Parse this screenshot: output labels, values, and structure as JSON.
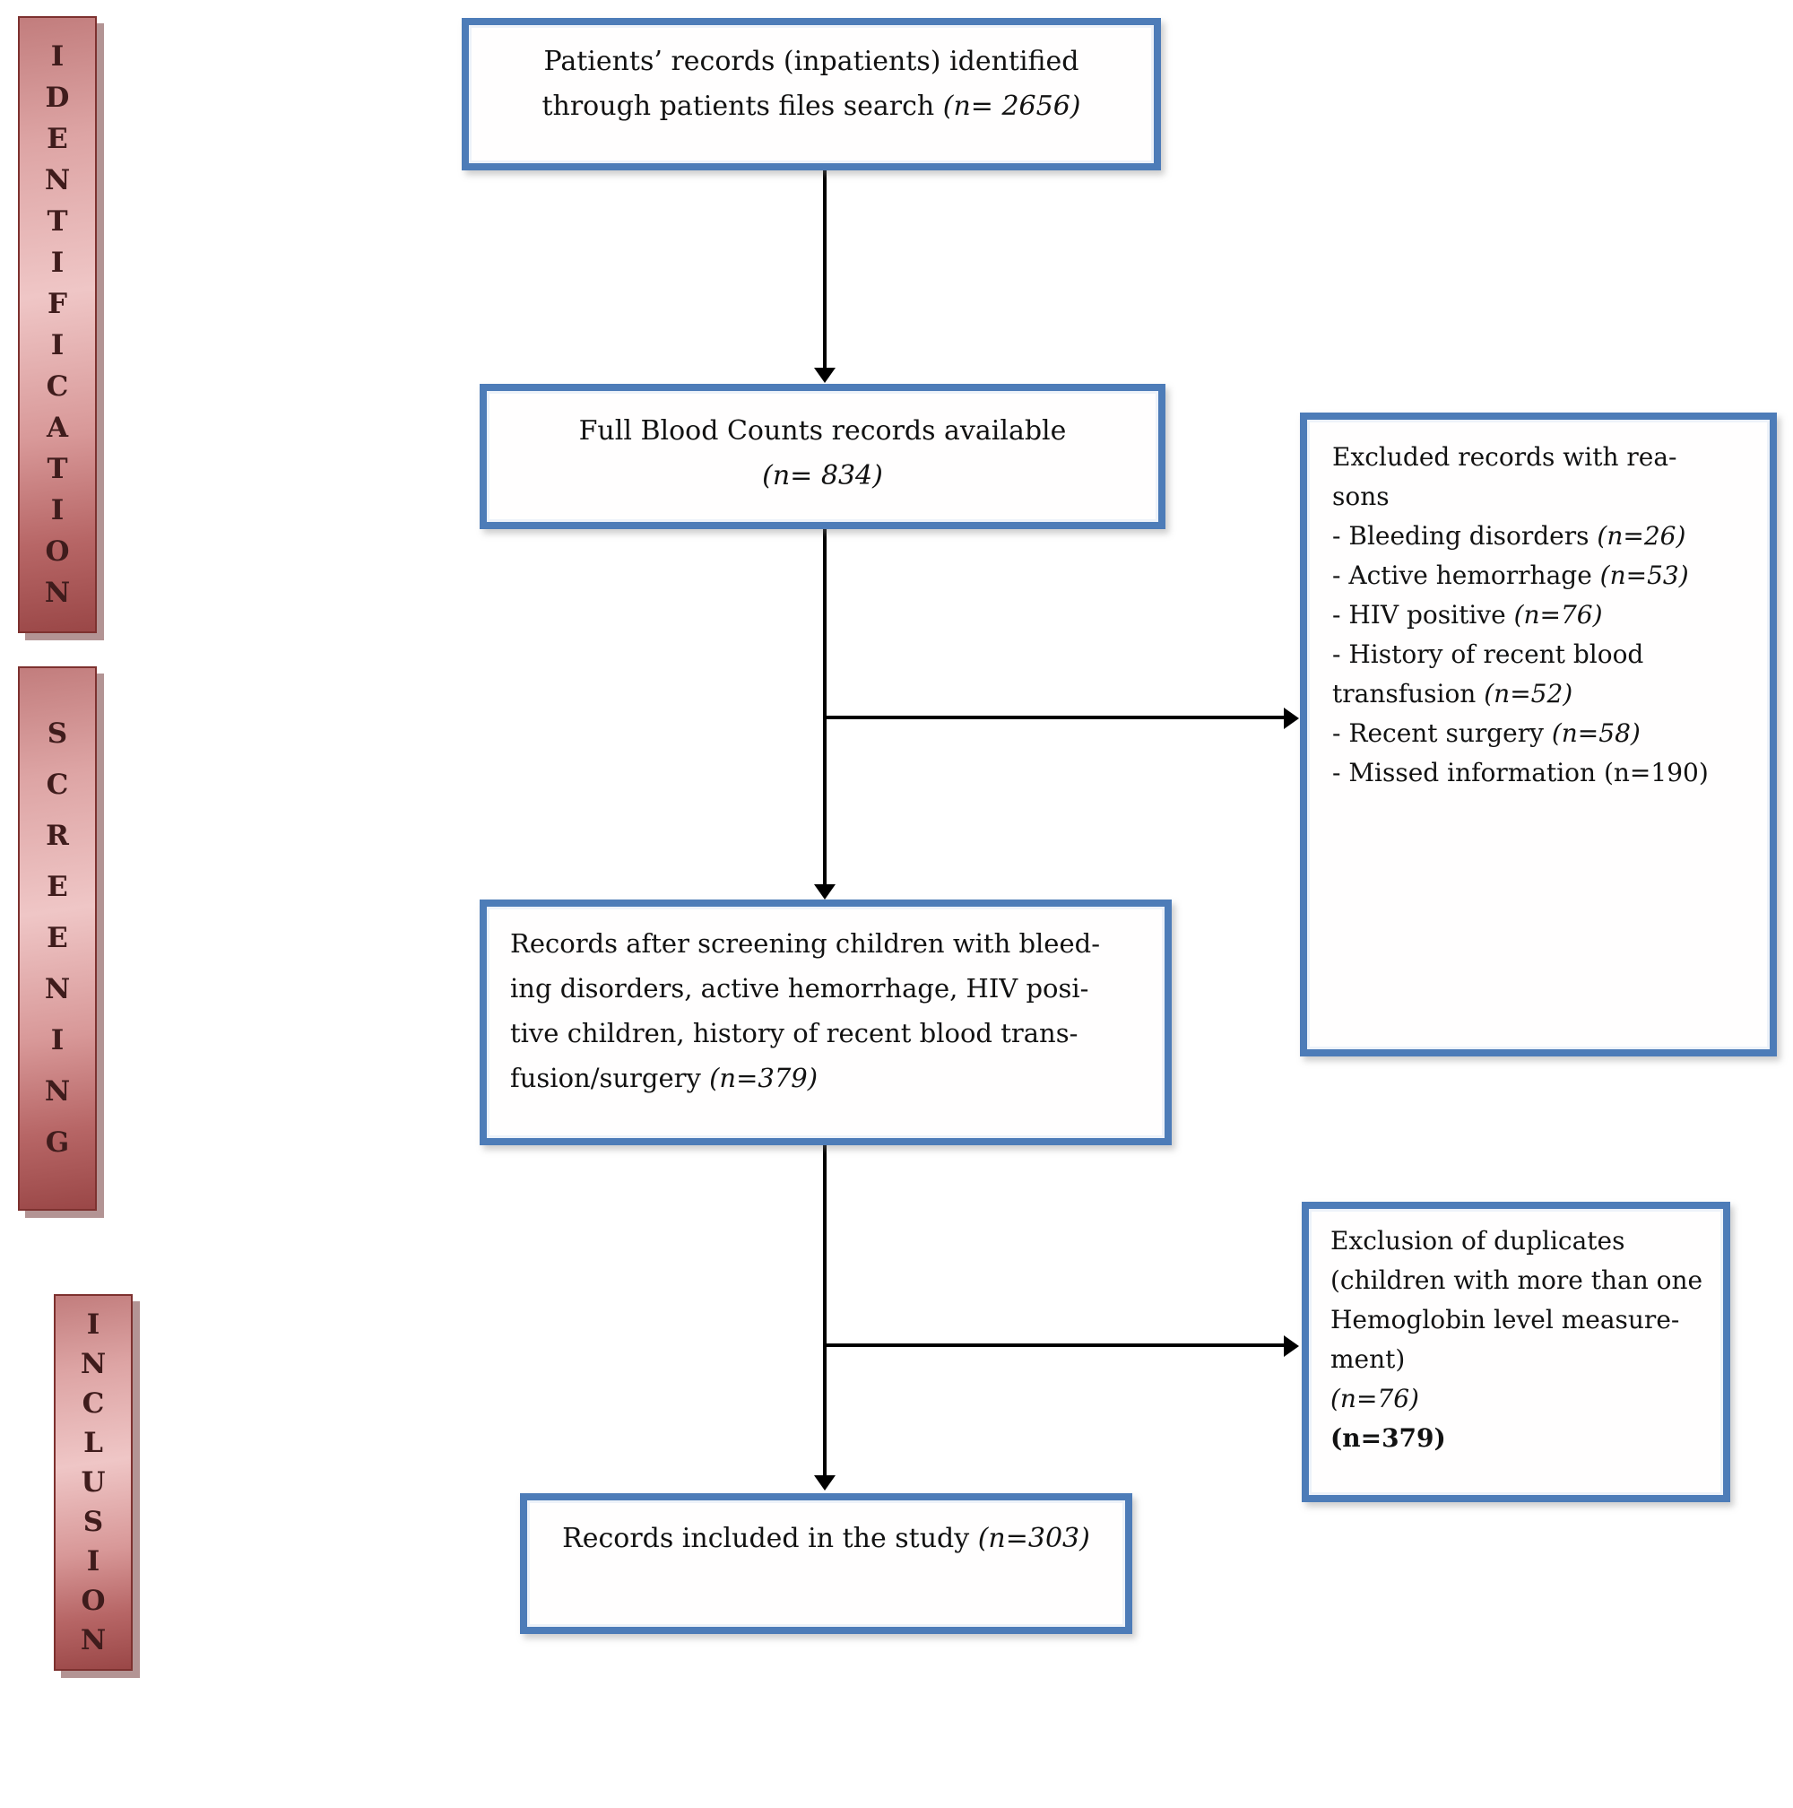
{
  "stages": {
    "identification": "IDENTIFICATION",
    "screening": "SCREENING",
    "inclusion": "INCLUSION"
  },
  "boxes": {
    "identified": {
      "line1": "Patients’ records (inpatients) identified",
      "line2_text": "through patients files search ",
      "line2_n": "(n= 2656)"
    },
    "fbc": {
      "line1": "Full Blood Counts records available",
      "line2_n": "(n= 834)"
    },
    "excluded": {
      "title": "Excluded records with rea-\nsons",
      "items": [
        {
          "text": "- Bleeding disorders ",
          "n": "(n=26)"
        },
        {
          "text": "- Active hemorrhage ",
          "n": "(n=53)"
        },
        {
          "text": "- HIV positive ",
          "n": "(n=76)"
        },
        {
          "text": "- History of recent blood\ntransfusion ",
          "n": "(n=52)"
        },
        {
          "text": "- Recent surgery ",
          "n": "(n=58)"
        },
        {
          "text": "- Missed information ",
          "n": "(n=190)"
        }
      ]
    },
    "screened": {
      "text": "Records after screening children with bleed-\ning disorders, active hemorrhage, HIV posi-\ntive children, history of recent blood trans-\nfusion/surgery ",
      "n": "(n=379)"
    },
    "duplicates": {
      "title": "Exclusion of duplicates\n(children with more than one\nHemoglobin level measure-\nment)",
      "n1": "(n=76)",
      "n2": "(n=379)"
    },
    "included": {
      "text": "Records included in the study ",
      "n": "(n=303)"
    }
  },
  "colors": {
    "box_border_blue": "#4d7cb8",
    "stage_border_red": "#7d312f",
    "stage_fill_light": "#efc6c6",
    "stage_fill_dark": "#9a4747",
    "stage_text": "#3f1c1c",
    "connector": "#000000"
  }
}
